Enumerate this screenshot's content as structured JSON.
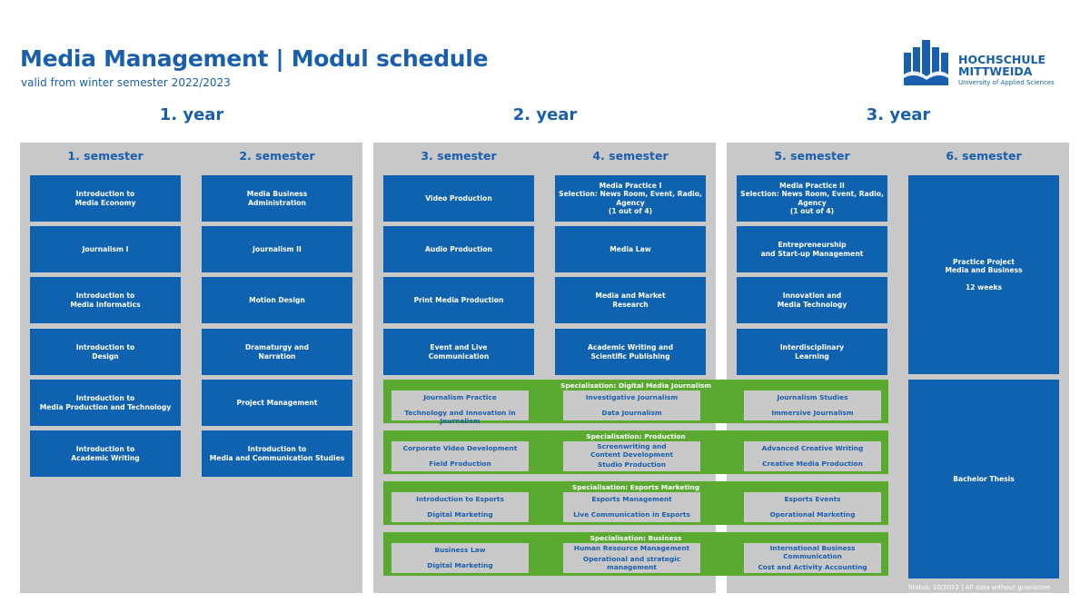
{
  "header": {
    "title": "Media Management | Modul schedule",
    "subtitle": "valid from winter semester 2022/2023"
  },
  "logo": {
    "line1": "HOCHSCHULE",
    "line2": "MITTWEIDA",
    "line3": "University of Applied Sciences",
    "color": "#1a5fad"
  },
  "years": [
    "1. year",
    "2. year",
    "3. year"
  ],
  "semesters": [
    "1. semester",
    "2. semester",
    "3. semester",
    "4. semester",
    "5. semester",
    "6. semester"
  ],
  "modules": {
    "s1": [
      "Introduction to\nMedia Economy",
      "Journalism I",
      "Introduction to\nMedia Informatics",
      "Introduction to\nDesign",
      "Introduction to\nMedia Production and Technology",
      "Introduction to\nAcademic Writing"
    ],
    "s2": [
      "Media Business\nAdministration",
      "Journalism II",
      "Motion Design",
      "Dramaturgy and\nNarration",
      "Project Management",
      "Introduction to\nMedia and Communication Studies"
    ],
    "s3": [
      "Video Production",
      "Audio Production",
      "Print Media Production",
      "Event and Live\nCommunication"
    ],
    "s4": [
      "Media Practice I\nSelection: News Room, Event, Radio, Agency\n(1 out of 4)",
      "Media Law",
      "Media and Market\nResearch",
      "Academic Writing and\nScientific Publishing"
    ],
    "s5": [
      "Media Practice II\nSelection: News Room, Event, Radio, Agency\n(1 out of 4)",
      "Entrepreneurship\nand Start-up Management",
      "Innovation and\nMedia Technology",
      "Interdisciplinary\nLearning"
    ],
    "s6": [
      "Practice Project\nMedia and Business\n\n12 weeks",
      "Bachelor Thesis"
    ]
  },
  "specialisations": [
    {
      "title": "Specialisation: Digital Media Journalism",
      "groups": [
        [
          "Journalism Practice",
          "Technology and Innovation in Journalism"
        ],
        [
          "Investigative Journalism",
          "Data Journalism"
        ],
        [
          "Journalism Studies",
          "Immersive Journalism"
        ]
      ]
    },
    {
      "title": "Specialisation: Production",
      "groups": [
        [
          "Corporate Video Development",
          "Field Production"
        ],
        [
          "Screenwriting and\nContent Development",
          "Studio Production"
        ],
        [
          "Advanced Creative Writing",
          "Creative Media Production"
        ]
      ]
    },
    {
      "title": "Specialisation: Esports Marketing",
      "groups": [
        [
          "Introduction to Esports",
          "Digital Marketing"
        ],
        [
          "Esports Management",
          "Live Communication in Esports"
        ],
        [
          "Esports Events",
          "Operational Marketing"
        ]
      ]
    },
    {
      "title": "Specialisation: Business",
      "groups": [
        [
          "Business Law",
          "Digital Marketing"
        ],
        [
          "Human Resource Management",
          "Operational and strategic\nmanagement"
        ],
        [
          "International Business\nCommunication",
          "Cost and Activity Accounting"
        ]
      ]
    }
  ],
  "status": "Status: 10/2022 | All data without guarantee",
  "colors": {
    "brand_blue": "#1a5fad",
    "module_blue": "#0f62b0",
    "panel_grey": "#c8c8c8",
    "spec_green": "#5aaa32"
  }
}
